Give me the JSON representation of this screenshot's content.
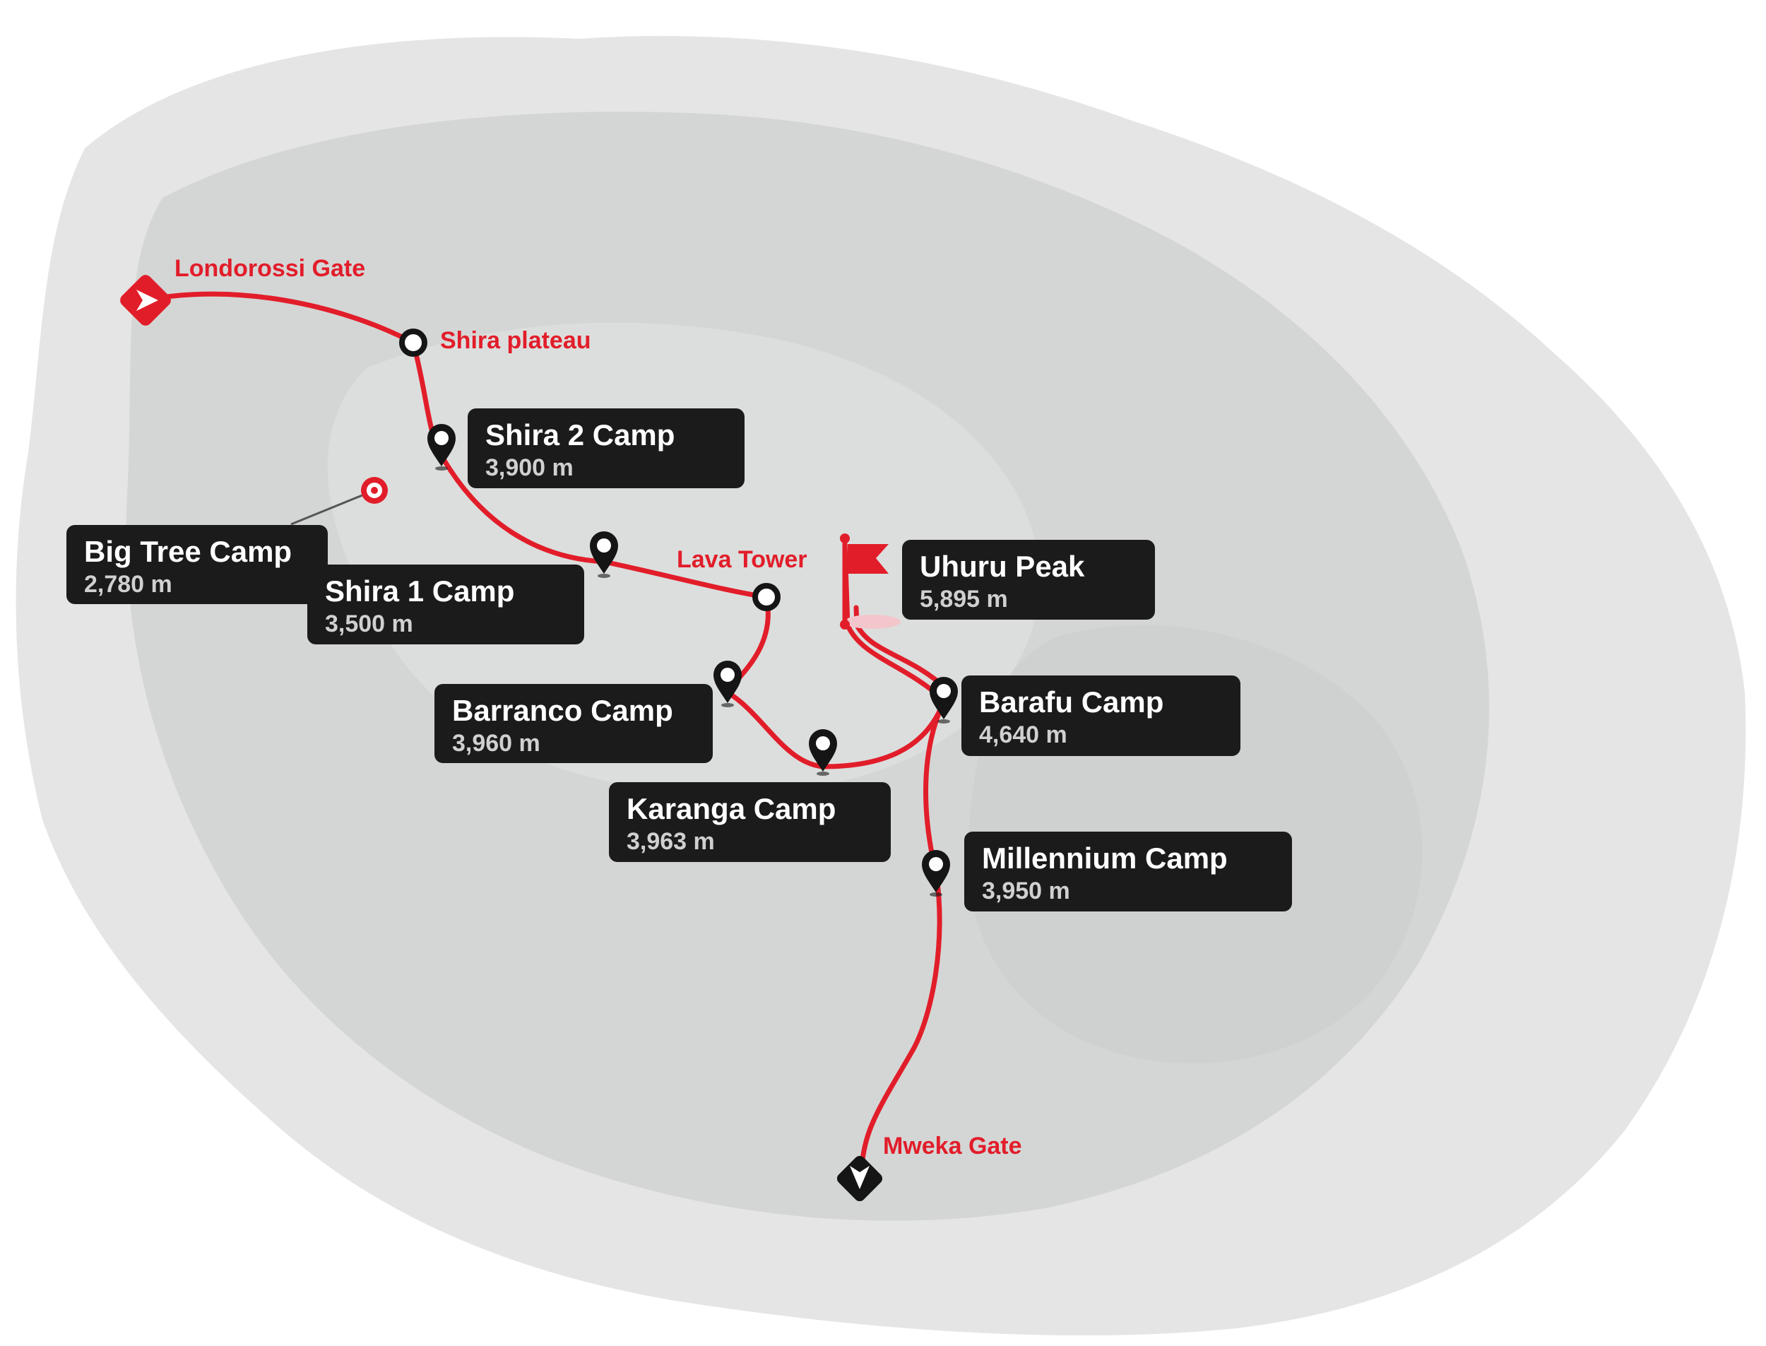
{
  "colors": {
    "route": "#e21d2a",
    "terrain_light": "#e4e5e4",
    "terrain_dark": "#d4d6d5",
    "card_bg": "#1b1b1b",
    "card_text": "#ffffff",
    "card_subtext": "#d0d0d0",
    "marker": "#151515"
  },
  "points": {
    "londorossi_gate": {
      "label": "Londorossi Gate",
      "icon": "start-gate-icon"
    },
    "shira_plateau": {
      "label": "Shira plateau",
      "icon": "waypoint-ring-icon"
    },
    "lava_tower": {
      "label": "Lava Tower",
      "icon": "waypoint-ring-icon"
    },
    "mweka_gate": {
      "label": "Mweka Gate",
      "icon": "end-gate-icon"
    },
    "big_tree_marker": {
      "icon": "target-ring-icon"
    }
  },
  "camps": {
    "shira2": {
      "name": "Shira 2 Camp",
      "elevation": "3,900 m",
      "icon": "map-pin-icon"
    },
    "big_tree": {
      "name": "Big Tree Camp",
      "elevation": "2,780 m"
    },
    "shira1": {
      "name": "Shira 1 Camp",
      "elevation": "3,500 m",
      "icon": "map-pin-icon"
    },
    "uhuru": {
      "name": "Uhuru Peak",
      "elevation": "5,895 m",
      "icon": "summit-flag-icon"
    },
    "barranco": {
      "name": "Barranco Camp",
      "elevation": "3,960 m",
      "icon": "map-pin-icon"
    },
    "barafu": {
      "name": "Barafu Camp",
      "elevation": "4,640 m",
      "icon": "map-pin-icon"
    },
    "karanga": {
      "name": "Karanga Camp",
      "elevation": "3,963 m",
      "icon": "map-pin-icon"
    },
    "millennium": {
      "name": "Millennium Camp",
      "elevation": "3,950 m",
      "icon": "map-pin-icon"
    }
  }
}
